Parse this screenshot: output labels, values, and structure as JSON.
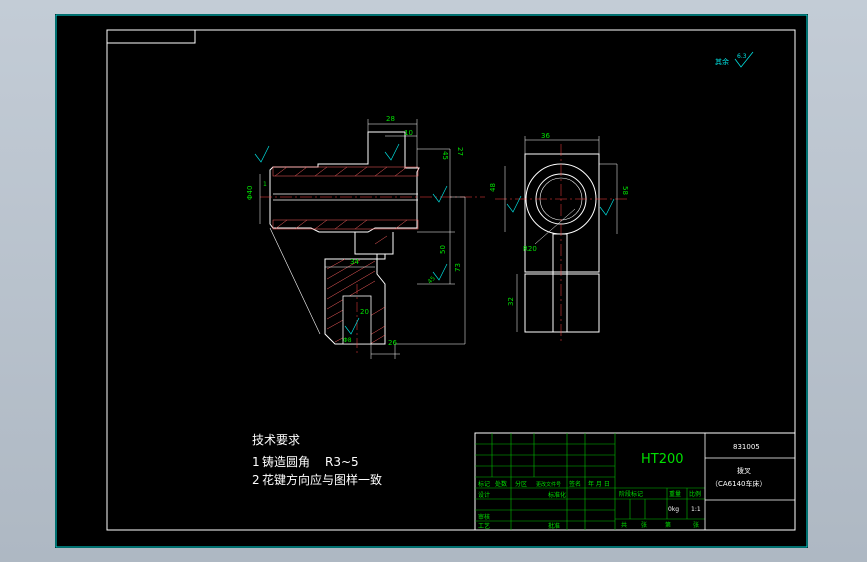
{
  "material": "HT200",
  "drawing_number": "831005",
  "part_name": "拨叉",
  "machine": "（CA6140车床）",
  "roughness_note": {
    "label": "其余",
    "value": "6.3"
  },
  "tech_requirements": {
    "title": "技术要求",
    "item1_num": "1",
    "item1_text": "铸造圆角",
    "item1_value": "R3~5",
    "item2_num": "2",
    "item2_text": "花键方向应与图样一致"
  },
  "title_block": {
    "row_labels": [
      "标记",
      "处数",
      "分区",
      "更改文件号",
      "签名",
      "年 月 日"
    ],
    "design": "设计",
    "standardize": "标准化",
    "review": "审核",
    "process": "工艺",
    "approve": "批准",
    "stage_mark": "阶段标记",
    "weight": "重量",
    "scale": "比例",
    "weight_value": "0kg",
    "scale_value": "1:1",
    "sheets_total": "共",
    "sheets_this": "第",
    "sheet_word_1": "张",
    "sheet_word_2": "张"
  },
  "dimensions": {
    "front_top_width": "28",
    "front_top_step": "10",
    "front_right_upper": "45",
    "front_right_height": "27",
    "front_bore": "Φ40",
    "front_height_50": "50",
    "front_height_73": "73",
    "front_left_34": "34",
    "front_bottom_26": "26",
    "front_slot": "20",
    "front_slot_bottom": "Φ8",
    "front_right_small": "45",
    "front_chamfer": "1",
    "side_top": "36",
    "side_right_upper": "58",
    "side_left": "48",
    "side_radius": "R20",
    "side_bottom": "32"
  },
  "colors": {
    "sheet": "#000000",
    "frame": "#ffffff",
    "border": "#00e0e0",
    "green": "#00e000",
    "cyan": "#00e0e0",
    "text": "#ffffff"
  }
}
